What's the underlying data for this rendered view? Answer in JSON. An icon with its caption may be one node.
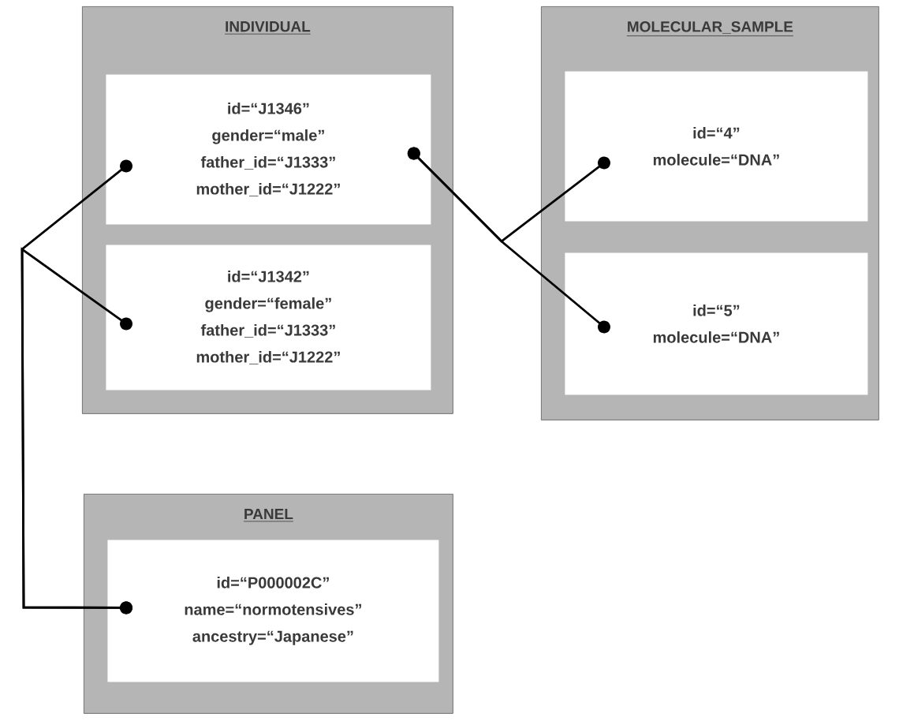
{
  "diagram": {
    "nodes": [
      {
        "text": [
          "INDIVIDUAL"
        ]
      },
      {
        "text": [
          "id=“J1346”",
          "gender=“male”",
          "father_id=“J1333”",
          "mother_id=“J1222”"
        ],
        "in": 0
      },
      {
        "text": [
          "id=“J1342”",
          "gender=“female”",
          "father_id=“J1333”",
          "mother_id=“J1222”"
        ],
        "in": 0
      },
      {
        "text": [
          "MOLECULAR_SAMPLE"
        ]
      },
      {
        "text": [
          "id=“4”",
          "molecule=“DNA”"
        ],
        "in": 3
      },
      {
        "text": [
          "id=“5”",
          "molecule=“DNA”"
        ],
        "in": 3
      },
      {
        "text": [
          "PANEL"
        ]
      },
      {
        "text": [
          "id=“P000002C”",
          "name=“normotensives”",
          "ancestry=“Japanese”"
        ],
        "in": 6
      }
    ],
    "edges": [
      {
        "from": 1,
        "to": 4,
        "arrow": "other"
      },
      {
        "from": 1,
        "to": 5,
        "arrow": "other"
      },
      {
        "from": 7,
        "to": 1,
        "arrow": "other"
      },
      {
        "from": 7,
        "to": 2,
        "arrow": "other"
      }
    ]
  }
}
